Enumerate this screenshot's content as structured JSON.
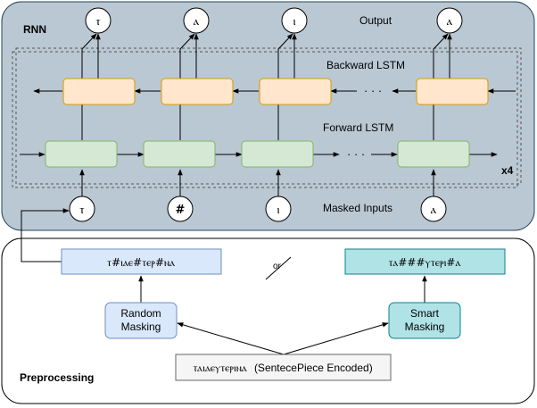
{
  "rnn": {
    "title": "RNN",
    "output_label": "Output",
    "backward_label": "Backward LSTM",
    "forward_label": "Forward LSTM",
    "masked_inputs_label": "Masked Inputs",
    "repeat_label": "x4",
    "ellipsis": "· · ·",
    "outputs": [
      "ⲧ",
      "ⲁ",
      "ⲓ",
      "ⲁ"
    ],
    "inputs": [
      "ⲧ",
      "#",
      "ⲓ",
      "ⲁ"
    ]
  },
  "preprocessing": {
    "title": "Preprocessing",
    "random_masking_label": [
      "Random",
      "Masking"
    ],
    "smart_masking_label": [
      "Smart",
      "Masking"
    ],
    "random_output": "ⲧ#ⲓⲁⲉ#ⲧⲉⲣ#ⲛⲁ",
    "smart_output": "ⲧⲁ###ⲩⲧⲉⲣⲓ#ⲁ",
    "or_label": "or",
    "source_text": "ⲧⲁⲓⲁⲉⲩⲧⲉⲣⲓⲛⲁ",
    "source_note": "(SentecePiece Encoded)"
  },
  "colors": {
    "rnn_bg": "#BAC8D3",
    "backward_cell": "#FFE6CC",
    "backward_border": "#D79B00",
    "forward_cell": "#D5E8D4",
    "forward_border": "#82B366",
    "random_box": "#DAE8FC",
    "random_border": "#6C8EBF",
    "smart_box": "#B0E3E6",
    "smart_border": "#0E8088",
    "source_box": "#F5F5F5"
  }
}
